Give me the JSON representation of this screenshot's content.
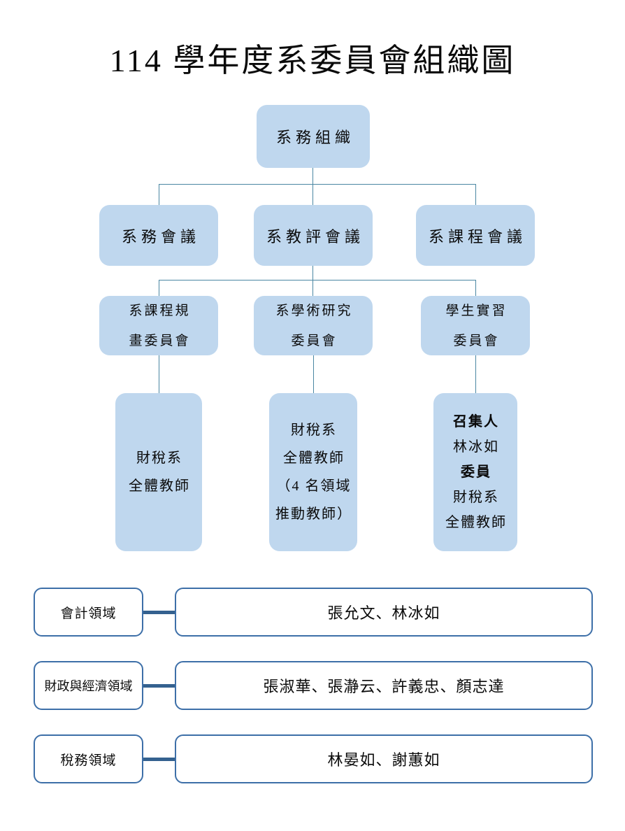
{
  "page": {
    "title": "114 學年度系委員會組織圖"
  },
  "colors": {
    "node_fill": "#BFD7EE",
    "connector_line": "#4A87A2",
    "outline_border": "#3D6FA8",
    "thick_connector": "#34618F",
    "text": "#0A0A0A"
  },
  "org_chart": {
    "root": {
      "label": "系務組織"
    },
    "level2": [
      {
        "label": "系務會議"
      },
      {
        "label": "系教評會議"
      },
      {
        "label": "系課程會議"
      }
    ],
    "level3": [
      {
        "line1": "系課程規",
        "line2": "畫委員會"
      },
      {
        "line1": "系學術研究",
        "line2": "委員會"
      },
      {
        "line1": "學生實習",
        "line2": "委員會"
      }
    ],
    "level4": [
      {
        "line1": "財稅系",
        "line2": "全體教師"
      },
      {
        "line1": "財稅系",
        "line2": "全體教師",
        "line3": "（4 名領域",
        "line4": "推動教師）"
      },
      {
        "line1": "召集人",
        "line2": "林冰如",
        "line3": "委員",
        "line4": "財稅系",
        "line5": "全體教師"
      }
    ]
  },
  "domains": [
    {
      "label": "會計領域",
      "members": "張允文、林冰如"
    },
    {
      "label": "財政與經濟領域",
      "members": "張淑華、張瀞云、許義忠、顏志達"
    },
    {
      "label": "稅務領域",
      "members": "林晏如、謝蕙如"
    }
  ]
}
